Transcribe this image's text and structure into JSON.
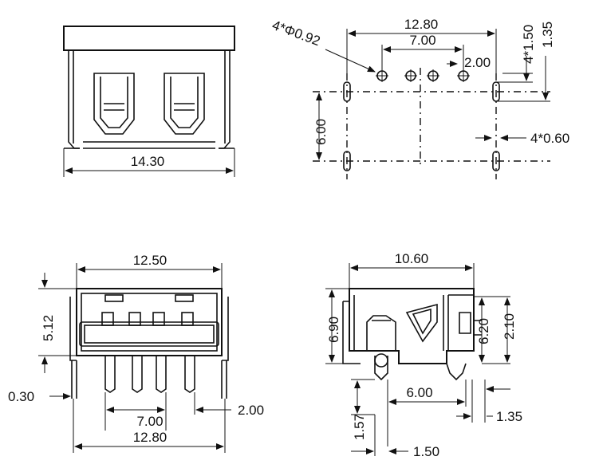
{
  "views": {
    "top": {
      "width": "14.30"
    },
    "pcb_layout": {
      "overall_pitch": "12.80",
      "signal_pitch": "7.00",
      "pin_spacing": "2.00",
      "hole_callout": "4*Φ0.92",
      "slot_length": "4*1.50",
      "slot_offset": "1.35",
      "row_spacing": "6.00",
      "slot_width": "4*0.60"
    },
    "front": {
      "width": "12.50",
      "height": "5.12",
      "pin_width": "0.30",
      "signal_pitch": "7.00",
      "pin_spacing": "2.00",
      "lead_pitch": "12.80"
    },
    "side": {
      "length": "10.60",
      "height": "6.90",
      "inner_height": "6.20",
      "tab_height": "2.10",
      "pin_depth": "1.57",
      "leg_spacing": "6.00",
      "offset_a": "1.35",
      "offset_b": "1.50"
    }
  }
}
